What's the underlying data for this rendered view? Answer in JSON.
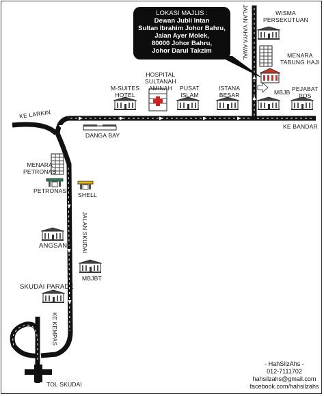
{
  "callout": {
    "title": "LOKASI MAJLIS :",
    "lines": [
      "Dewan Jubli Intan",
      "Sultan Ibrahim Johor Bahru,",
      "Jalan Ayer Molek,",
      "80000 Johor Bahru,",
      "Johor Darul Takzim"
    ]
  },
  "roads": {
    "jalan_yahya_awal": "JALAN YAHYA AWAL",
    "jalan_skudai": "JALAN SKUDAI",
    "ke_kempas": "KE KEMPAS",
    "ke_larkin": "KE LARKIN",
    "ke_bandar": "KE BANDAR",
    "tol_skudai": "TOL SKUDAI"
  },
  "landmarks": {
    "wisma": "WISMA\nPERSEKUTUAN",
    "menara_tabung": "MENARA\nTABUNG HAJI",
    "mbjb": "MBJB",
    "pejabat_pos": "PEJABAT\nPOS",
    "istana": "ISTANA\nBESAR",
    "pusat_islam": "PUSAT\nISLAM",
    "hospital": "HOSPITAL\nSULTANAH\nAMINAH",
    "m_suites": "M-SUITES\nHOTEL",
    "danga_bay": "DANGA BAY",
    "menara_petronas": "MENARA\nPETRONAS",
    "petronas": "PETRONAS",
    "shell": "SHELL",
    "angsana": "ANGSANA",
    "mbjbt": "MBJBT",
    "skudai_parade": "SKUDAI PARADE"
  },
  "credits": {
    "name": "- HahSilzAhs -",
    "phone": "012-7111702",
    "email": "hahsilzahs@gmail.com",
    "facebook": "facebook.com/hahsilzahs"
  },
  "colors": {
    "road": "#111111",
    "callout": "#0d0d0d",
    "venue_roof": "#c0392b",
    "hospital_cross": "#d22020"
  }
}
